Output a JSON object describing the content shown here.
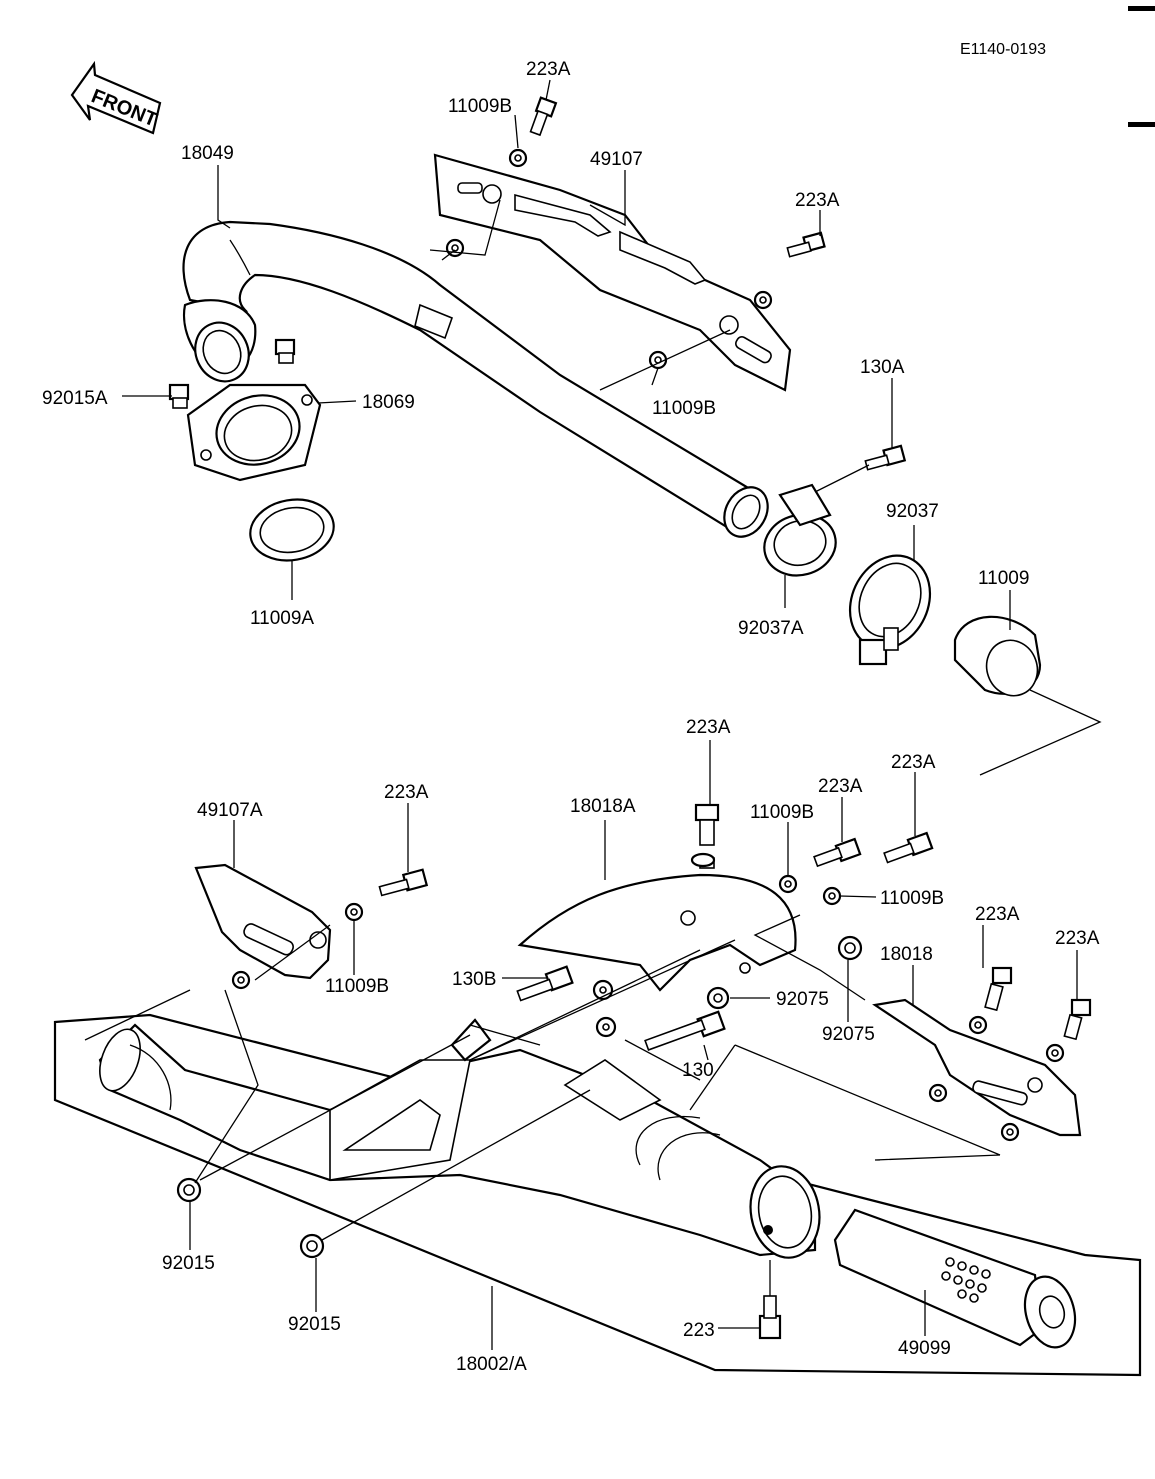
{
  "diagram_code": "E1140-0193",
  "front_label": "FRONT",
  "labels": {
    "p223A_top": "223A",
    "p11009B_top": "11009B",
    "p18049": "18049",
    "p49107": "49107",
    "p223A_r1": "223A",
    "p92015A": "92015A",
    "p18069": "18069",
    "p11009B_mid": "11009B",
    "p130A": "130A",
    "p92037": "92037",
    "p11009A": "11009A",
    "p92037A": "92037A",
    "p11009": "11009",
    "p223A_mid": "223A",
    "p223A_c1": "223A",
    "p223A_c2": "223A",
    "p223A_left": "223A",
    "p49107A": "49107A",
    "p18018A": "18018A",
    "p11009B_c": "11009B",
    "p11009B_r": "11009B",
    "p11009B_left": "11009B",
    "p223A_r2": "223A",
    "p223A_r3": "223A",
    "p18018": "18018",
    "p130B": "130B",
    "p92075_a": "92075",
    "p92075_b": "92075",
    "p130": "130",
    "p92015_a": "92015",
    "p92015_b": "92015",
    "p223": "223",
    "p49099": "49099",
    "p18002A": "18002/A"
  }
}
